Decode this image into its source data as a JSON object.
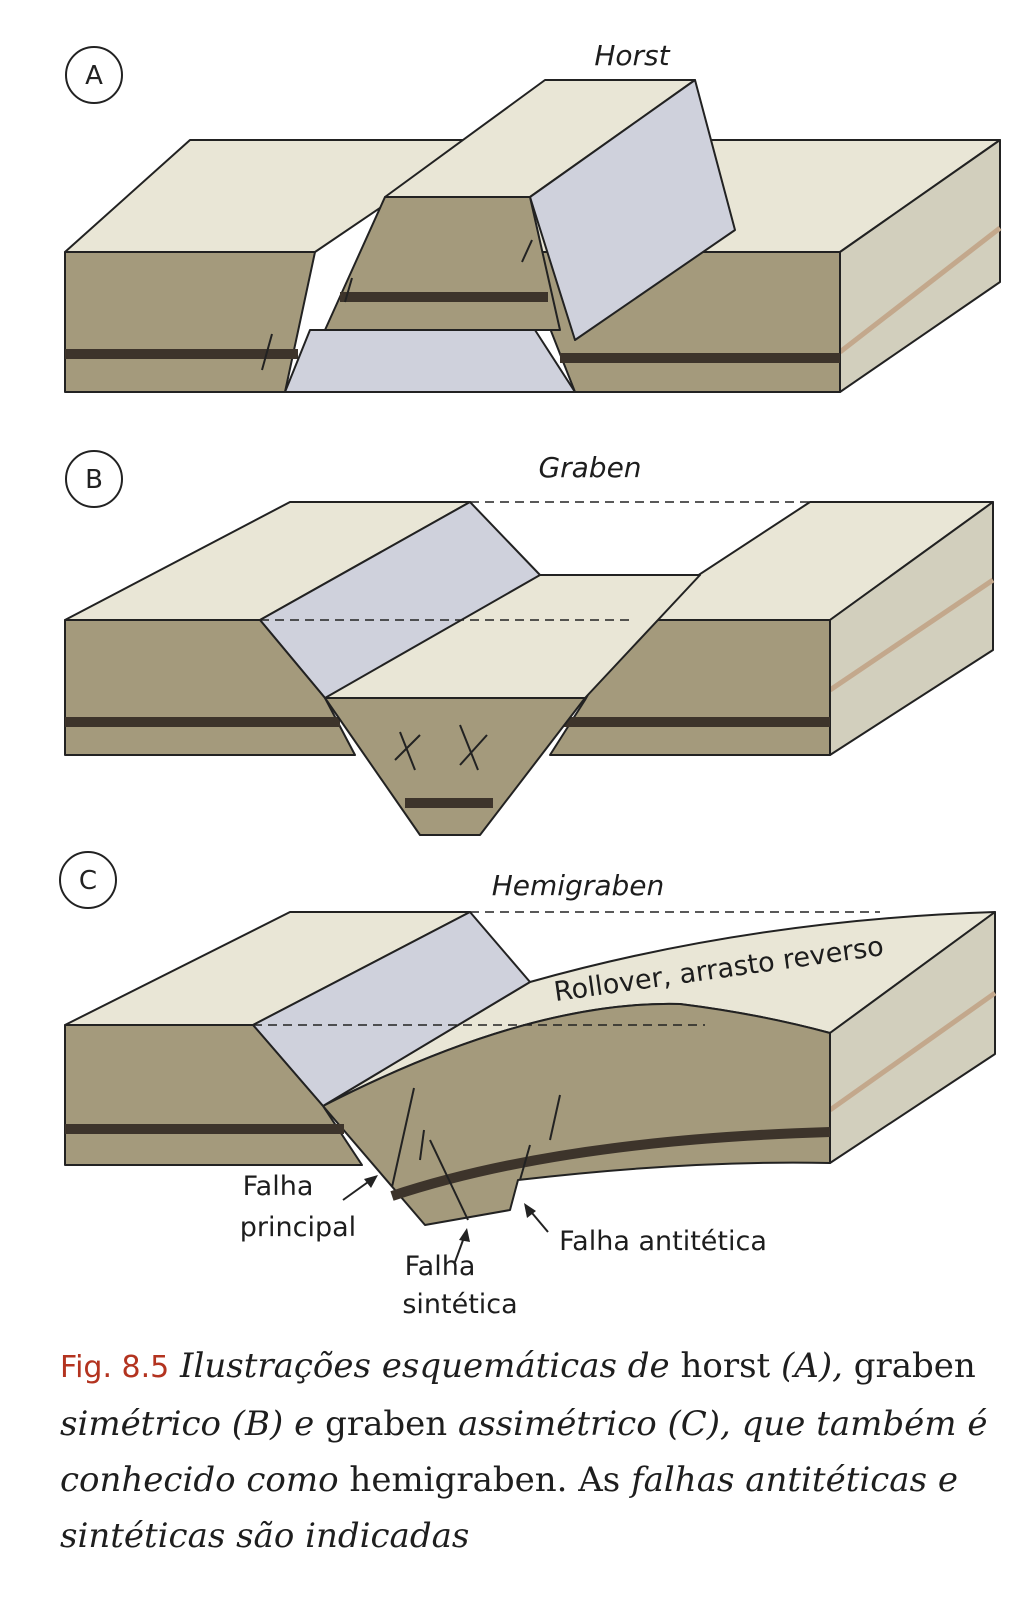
{
  "panels": [
    {
      "letter": "A",
      "title": "Horst"
    },
    {
      "letter": "B",
      "title": "Graben"
    },
    {
      "letter": "C",
      "title": "Hemigraben"
    }
  ],
  "annotations": {
    "rollover": "Rollover, arrasto reverso",
    "falha_principal_1": "Falha",
    "falha_principal_2": "principal",
    "falha_sintetica_1": "Falha",
    "falha_sintetica_2": "sintética",
    "falha_antitetica": "Falha antitética"
  },
  "caption": {
    "fig": "Fig. 8.5",
    "p1": "Ilustrações esquemáticas de",
    "p2": "horst",
    "p3": "(A),",
    "p4": "graben",
    "p5": "simétrico (B) e",
    "p6": "graben",
    "p7": "assimétrico (C), que também é conhecido como",
    "p8": "hemigraben.",
    "p9": "As",
    "p10": "falhas antitéticas e sintéticas são indicadas"
  },
  "colors": {
    "top_surface": "#e9e6d6",
    "front_face": "#a49a7c",
    "fault_plane": "#cfd1dc",
    "dark_bed": "#3d342b",
    "caption_fig": "#b3331f"
  }
}
